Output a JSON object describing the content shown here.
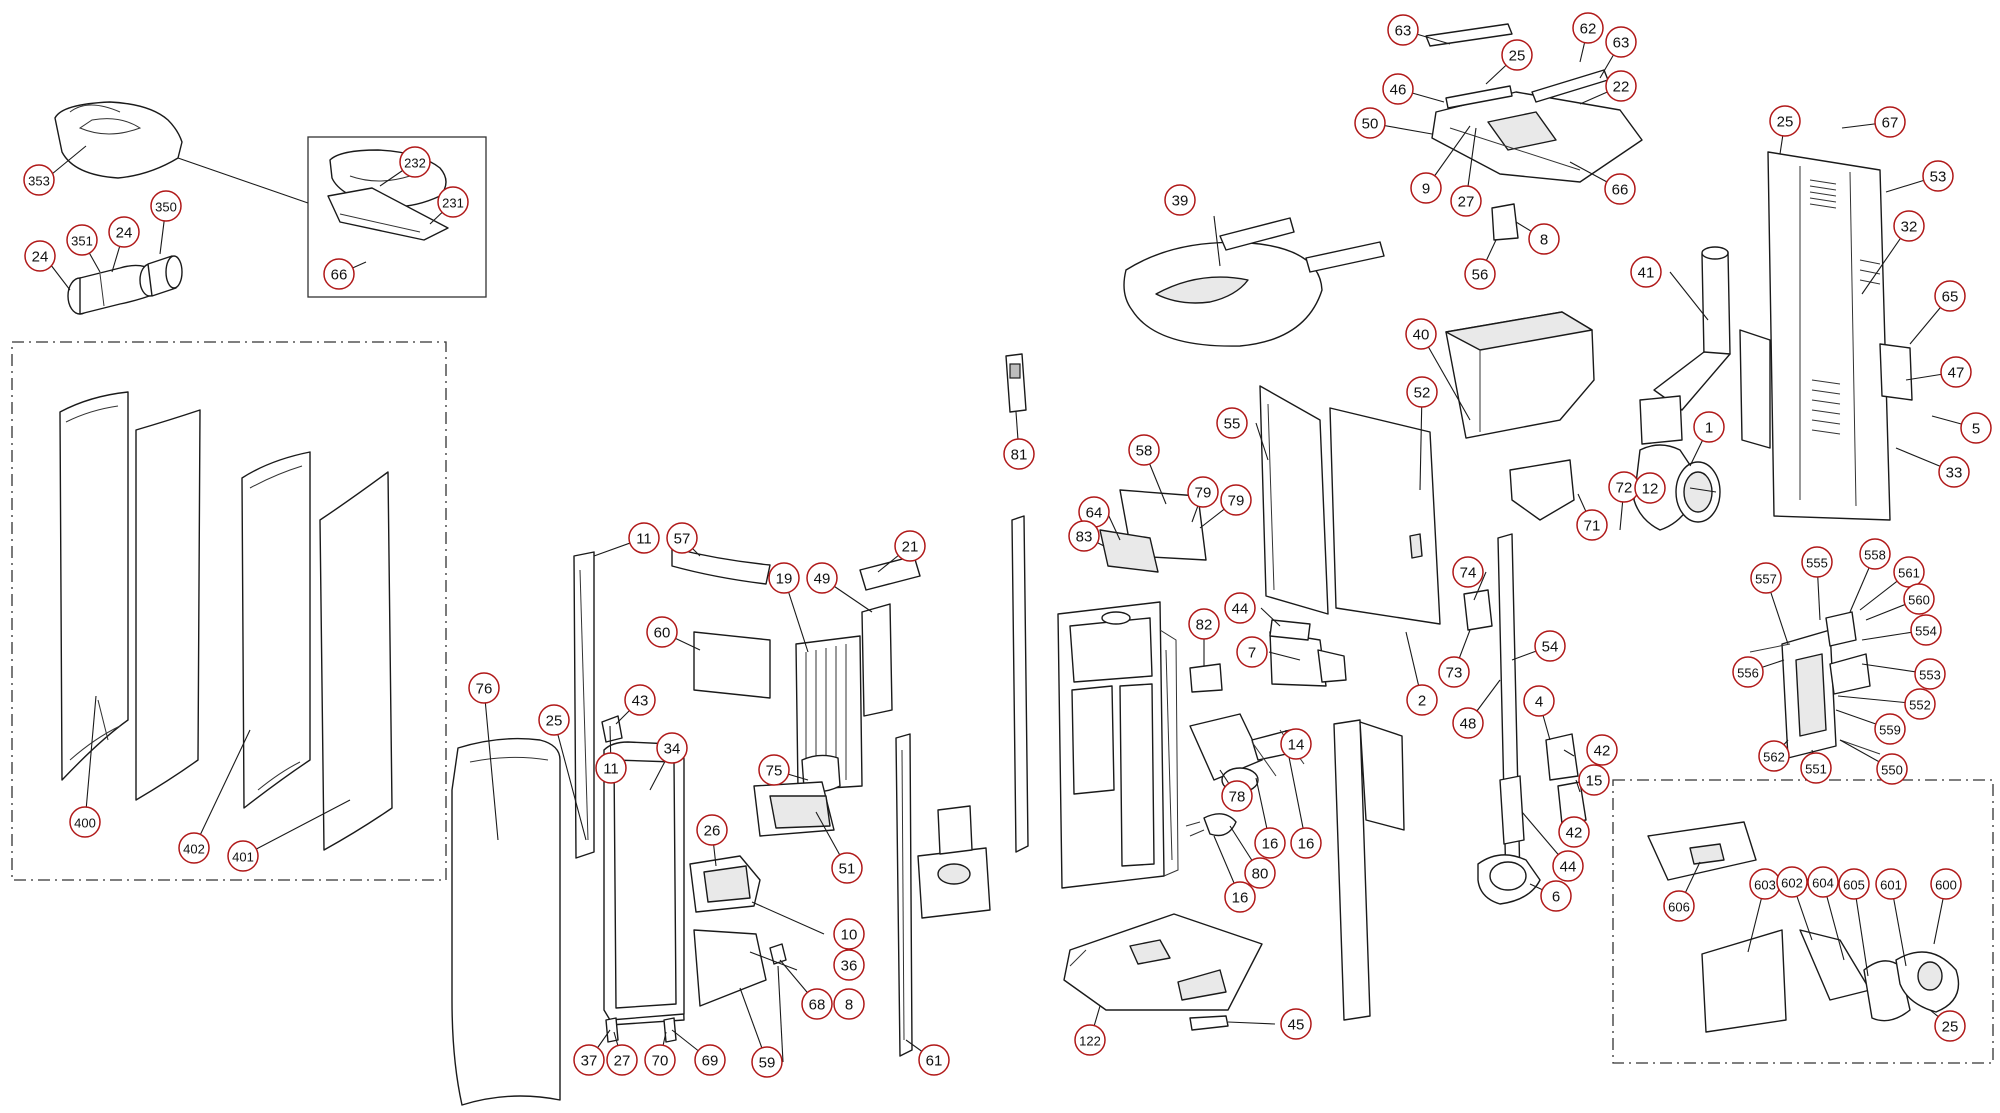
{
  "diagram": {
    "callout_color": "#b01818",
    "line_color": "#1a1a1a",
    "callouts": [
      {
        "id": "c353",
        "label": "353"
      },
      {
        "id": "c24a",
        "label": "24"
      },
      {
        "id": "c351",
        "label": "351"
      },
      {
        "id": "c24b",
        "label": "24"
      },
      {
        "id": "c350",
        "label": "350"
      },
      {
        "id": "c232",
        "label": "232"
      },
      {
        "id": "c231",
        "label": "231"
      },
      {
        "id": "c66a",
        "label": "66"
      },
      {
        "id": "c400",
        "label": "400"
      },
      {
        "id": "c402",
        "label": "402"
      },
      {
        "id": "c401",
        "label": "401"
      },
      {
        "id": "c76",
        "label": "76"
      },
      {
        "id": "c11a",
        "label": "11"
      },
      {
        "id": "c25a",
        "label": "25"
      },
      {
        "id": "c11b",
        "label": "11"
      },
      {
        "id": "c43",
        "label": "43"
      },
      {
        "id": "c34",
        "label": "34"
      },
      {
        "id": "c37",
        "label": "37"
      },
      {
        "id": "c27a",
        "label": "27"
      },
      {
        "id": "c70",
        "label": "70"
      },
      {
        "id": "c69",
        "label": "69"
      },
      {
        "id": "c57",
        "label": "57"
      },
      {
        "id": "c60",
        "label": "60"
      },
      {
        "id": "c26",
        "label": "26"
      },
      {
        "id": "c10",
        "label": "10"
      },
      {
        "id": "c36",
        "label": "36"
      },
      {
        "id": "c59",
        "label": "59"
      },
      {
        "id": "c68",
        "label": "68"
      },
      {
        "id": "c8a",
        "label": "8"
      },
      {
        "id": "c19",
        "label": "19"
      },
      {
        "id": "c49",
        "label": "49"
      },
      {
        "id": "c21",
        "label": "21"
      },
      {
        "id": "c75",
        "label": "75"
      },
      {
        "id": "c51",
        "label": "51"
      },
      {
        "id": "c61",
        "label": "61"
      },
      {
        "id": "c81",
        "label": "81"
      },
      {
        "id": "c58",
        "label": "58"
      },
      {
        "id": "c64",
        "label": "64"
      },
      {
        "id": "c83",
        "label": "83"
      },
      {
        "id": "c79a",
        "label": "79"
      },
      {
        "id": "c79b",
        "label": "79"
      },
      {
        "id": "c82",
        "label": "82"
      },
      {
        "id": "c78",
        "label": "78"
      },
      {
        "id": "c16a",
        "label": "16"
      },
      {
        "id": "c16b",
        "label": "16"
      },
      {
        "id": "c80",
        "label": "80"
      },
      {
        "id": "c16c",
        "label": "16"
      },
      {
        "id": "c122",
        "label": "122"
      },
      {
        "id": "c45",
        "label": "45"
      },
      {
        "id": "c39",
        "label": "39"
      },
      {
        "id": "c55",
        "label": "55"
      },
      {
        "id": "c44a",
        "label": "44"
      },
      {
        "id": "c7",
        "label": "7"
      },
      {
        "id": "c14",
        "label": "14"
      },
      {
        "id": "c52",
        "label": "52"
      },
      {
        "id": "c2",
        "label": "2"
      },
      {
        "id": "c74",
        "label": "74"
      },
      {
        "id": "c73",
        "label": "73"
      },
      {
        "id": "c48",
        "label": "48"
      },
      {
        "id": "c54",
        "label": "54"
      },
      {
        "id": "c4",
        "label": "4"
      },
      {
        "id": "c42a",
        "label": "42"
      },
      {
        "id": "c15",
        "label": "15"
      },
      {
        "id": "c42b",
        "label": "42"
      },
      {
        "id": "c44b",
        "label": "44"
      },
      {
        "id": "c6",
        "label": "6"
      },
      {
        "id": "c40",
        "label": "40"
      },
      {
        "id": "c71",
        "label": "71"
      },
      {
        "id": "c72",
        "label": "72"
      },
      {
        "id": "c63a",
        "label": "63"
      },
      {
        "id": "c62",
        "label": "62"
      },
      {
        "id": "c63b",
        "label": "63"
      },
      {
        "id": "c25b",
        "label": "25"
      },
      {
        "id": "c22",
        "label": "22"
      },
      {
        "id": "c46",
        "label": "46"
      },
      {
        "id": "c50",
        "label": "50"
      },
      {
        "id": "c9",
        "label": "9"
      },
      {
        "id": "c27b",
        "label": "27"
      },
      {
        "id": "c66b",
        "label": "66"
      },
      {
        "id": "c8b",
        "label": "8"
      },
      {
        "id": "c56",
        "label": "56"
      },
      {
        "id": "c41",
        "label": "41"
      },
      {
        "id": "c1",
        "label": "1"
      },
      {
        "id": "c12",
        "label": "12"
      },
      {
        "id": "c25c",
        "label": "25"
      },
      {
        "id": "c67",
        "label": "67"
      },
      {
        "id": "c53",
        "label": "53"
      },
      {
        "id": "c32",
        "label": "32"
      },
      {
        "id": "c65",
        "label": "65"
      },
      {
        "id": "c47",
        "label": "47"
      },
      {
        "id": "c5",
        "label": "5"
      },
      {
        "id": "c33",
        "label": "33"
      },
      {
        "id": "c557",
        "label": "557"
      },
      {
        "id": "c555",
        "label": "555"
      },
      {
        "id": "c558",
        "label": "558"
      },
      {
        "id": "c561",
        "label": "561"
      },
      {
        "id": "c560",
        "label": "560"
      },
      {
        "id": "c554",
        "label": "554"
      },
      {
        "id": "c556",
        "label": "556"
      },
      {
        "id": "c553",
        "label": "553"
      },
      {
        "id": "c552",
        "label": "552"
      },
      {
        "id": "c559",
        "label": "559"
      },
      {
        "id": "c562",
        "label": "562"
      },
      {
        "id": "c551",
        "label": "551"
      },
      {
        "id": "c550",
        "label": "550"
      },
      {
        "id": "c606",
        "label": "606"
      },
      {
        "id": "c603",
        "label": "603"
      },
      {
        "id": "c602",
        "label": "602"
      },
      {
        "id": "c604",
        "label": "604"
      },
      {
        "id": "c605",
        "label": "605"
      },
      {
        "id": "c601",
        "label": "601"
      },
      {
        "id": "c600",
        "label": "600"
      },
      {
        "id": "c25d",
        "label": "25"
      }
    ]
  }
}
